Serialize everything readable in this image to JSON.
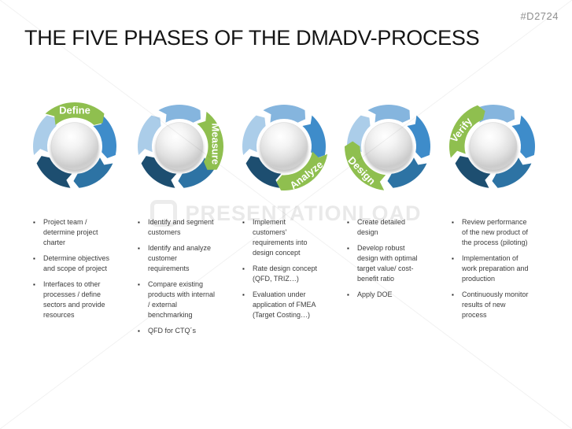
{
  "page": {
    "tag": "#D2724",
    "title": "THE FIVE PHASES OF THE DMADV-PROCESS"
  },
  "watermark": {
    "text": "PRESENTATIONLOAD",
    "logo": "rounded-square-outline"
  },
  "ring": {
    "segment_colors": [
      "#85b5de",
      "#3e8cca",
      "#2d73a4",
      "#1d4e70",
      "#abcde9"
    ],
    "band_color": "#8fbf4f",
    "band_text_color": "#ffffff",
    "sphere_color_center": "#ffffff",
    "sphere_color_edge": "#cccccc"
  },
  "phases": [
    {
      "label": "Define",
      "band_center_deg": 0,
      "label_angle_deg": 0,
      "label_rotation_deg": 0,
      "bullets": [
        "Project team / determine project charter",
        "Determine objectives and scope of project",
        "Interfaces to other processes / define sectors and provide resources"
      ]
    },
    {
      "label": "Measure",
      "band_center_deg": 80,
      "label_angle_deg": 86,
      "label_rotation_deg": 90,
      "bullets": [
        "Identify and segment customers",
        "Identify and analyze customer requirements",
        "Compare existing products with internal / external benchmarking",
        "QFD for CTQ´s"
      ]
    },
    {
      "label": "Analyze",
      "band_center_deg": 142,
      "label_angle_deg": 142,
      "label_rotation_deg": -38,
      "bullets": [
        "Implement customers' requirements into design concept",
        "Rate design concept (QFD, TRIZ…)",
        "Evaluation under application of FMEA (Target Costing…)"
      ]
    },
    {
      "label": "Design",
      "band_center_deg": 228,
      "label_angle_deg": 228,
      "label_rotation_deg": 46,
      "bullets": [
        "Create detailed design",
        "Develop robust design with optimal target value/ cost-benefit ratio",
        "Apply DOE"
      ]
    },
    {
      "label": "Verify",
      "band_center_deg": 297,
      "label_angle_deg": 297,
      "label_rotation_deg": -52,
      "bullets": [
        "Review performance of the new product of the process (piloting)",
        "Implementation of work preparation and production",
        "Continuously monitor results of new process"
      ]
    }
  ]
}
